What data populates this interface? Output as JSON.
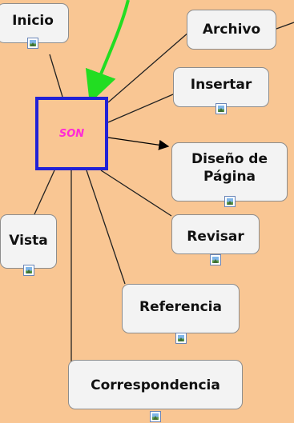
{
  "center": {
    "label": "SON",
    "color": "#ff2bd6",
    "border_color": "#2121d6"
  },
  "nodes": [
    {
      "id": "inicio",
      "label": "Inicio",
      "has_image_icon": true
    },
    {
      "id": "archivo",
      "label": "Archivo",
      "has_image_icon": false
    },
    {
      "id": "insertar",
      "label": "Insertar",
      "has_image_icon": true
    },
    {
      "id": "diseno",
      "label": "Diseño de Página",
      "has_image_icon": true
    },
    {
      "id": "revisar",
      "label": "Revisar",
      "has_image_icon": true
    },
    {
      "id": "vista",
      "label": "Vista",
      "has_image_icon": true
    },
    {
      "id": "referencia",
      "label": "Referencia",
      "has_image_icon": true
    },
    {
      "id": "correspondencia",
      "label": "Correspondencia",
      "has_image_icon": true
    }
  ],
  "connections": [
    {
      "from": "inicio",
      "to": "center"
    },
    {
      "from": "center",
      "to": "archivo"
    },
    {
      "from": "center",
      "to": "insertar"
    },
    {
      "from": "center",
      "to": "diseno",
      "arrow": true
    },
    {
      "from": "center",
      "to": "revisar"
    },
    {
      "from": "center",
      "to": "vista"
    },
    {
      "from": "center",
      "to": "referencia"
    },
    {
      "from": "center",
      "to": "correspondencia"
    }
  ],
  "pointer_arrow": {
    "color": "#22dd22",
    "points_to": "center"
  },
  "background_color": "#f9c693"
}
